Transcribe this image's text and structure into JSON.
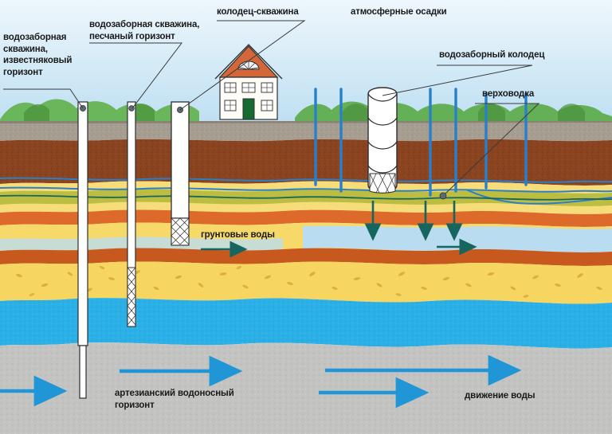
{
  "diagram": {
    "title": "Схема водоносных горизонтов и водозаборных сооружений",
    "language": "ru"
  },
  "labels": {
    "limestone_well": "водозаборная\nскважина,\nизвестняковый\nгоризонт",
    "sand_well": "водозаборная скважина,\nпесчаный горизонт",
    "well_borehole": "колодец-скважина",
    "precipitation": "атмосферные осадки",
    "intake_well": "водозаборный колодец",
    "perched_water": "верховодка",
    "ground_water": "грунтовые воды",
    "artesian_aquifer": "артезианский водоносный\nгоризонт",
    "water_movement": "движение воды"
  },
  "layers": [
    {
      "name": "sky",
      "label": "небо",
      "color": "#cfe7f5"
    },
    {
      "name": "vegetation",
      "label": "растительность",
      "color": "#5cab4a"
    },
    {
      "name": "topsoil",
      "label": "почвенный слой",
      "color": "#a79e92"
    },
    {
      "name": "clay-upper",
      "label": "глина",
      "color": "#8a4420"
    },
    {
      "name": "sand-perched",
      "label": "песок (верховодка)",
      "color": "#f7dd7a"
    },
    {
      "name": "loam-olive",
      "label": "суглинок",
      "color": "#b7bb3c"
    },
    {
      "name": "clay-orange",
      "label": "глина",
      "color": "#dd6a2a"
    },
    {
      "name": "aquifer-ground",
      "label": "грунтовые воды",
      "color": "#b9dcf0"
    },
    {
      "name": "clay-band",
      "label": "глина",
      "color": "#c7591f"
    },
    {
      "name": "sand-aquifer",
      "label": "песчаный водоносный горизонт",
      "color": "#f6d560"
    },
    {
      "name": "aquifer-artesian",
      "label": "артезианский водоносный горизонт",
      "color": "#2ab0e6"
    },
    {
      "name": "limestone",
      "label": "известняк",
      "color": "#c3c4c2"
    }
  ],
  "structures": {
    "house": {
      "name": "жилой дом",
      "roof_color": "#d4673a",
      "wall_color": "#fdfcf7",
      "door_color": "#186b30"
    },
    "borehole_limestone": {
      "name": "скважина на известняк",
      "depth": "глубокая"
    },
    "borehole_sand": {
      "name": "скважина на песок",
      "depth": "средняя"
    },
    "borehole_well": {
      "name": "колодец-скважина",
      "depth": "малая"
    },
    "dug_well": {
      "name": "водозаборный колодец",
      "rings": 4
    }
  },
  "colors": {
    "rain": "#2a7fc9",
    "ground_arrow": "#16655e",
    "artesian_arrow": "#2196d6",
    "leader": "#3a3a3a"
  },
  "flows": {
    "precipitation_lines": 6,
    "ground_arrows": 5,
    "artesian_arrows": 4
  }
}
